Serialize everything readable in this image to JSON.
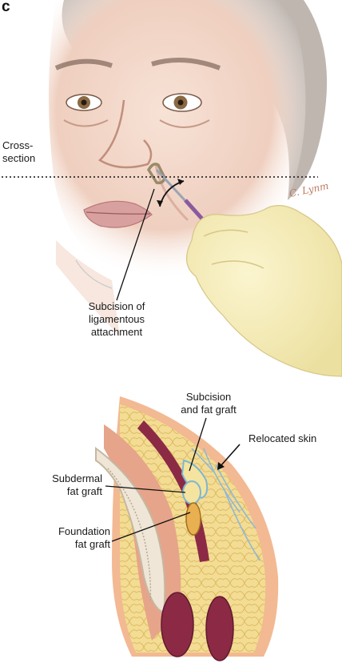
{
  "panel_letter": "c",
  "labels": {
    "cross_section": "Cross-\nsection",
    "subcision_ligamentous": "Subcision of\nligamentous\nattachment",
    "subcision_fat_graft": "Subcision\nand fat graft",
    "relocated_skin": "Relocated skin",
    "subdermal_fat_graft": "Subdermal\nfat graft",
    "foundation_fat_graft": "Foundation\nfat graft"
  },
  "signature": "C. Lynm",
  "colors": {
    "skin": "#f2d4c4",
    "skin_shadow": "#d9a894",
    "glove": "#f3eab0",
    "fat": "#f2d98a",
    "muscle": "#8c2a45",
    "dermis": "#f0b08a",
    "septa": "#8fb8d6",
    "signature": "#c07a5e"
  }
}
